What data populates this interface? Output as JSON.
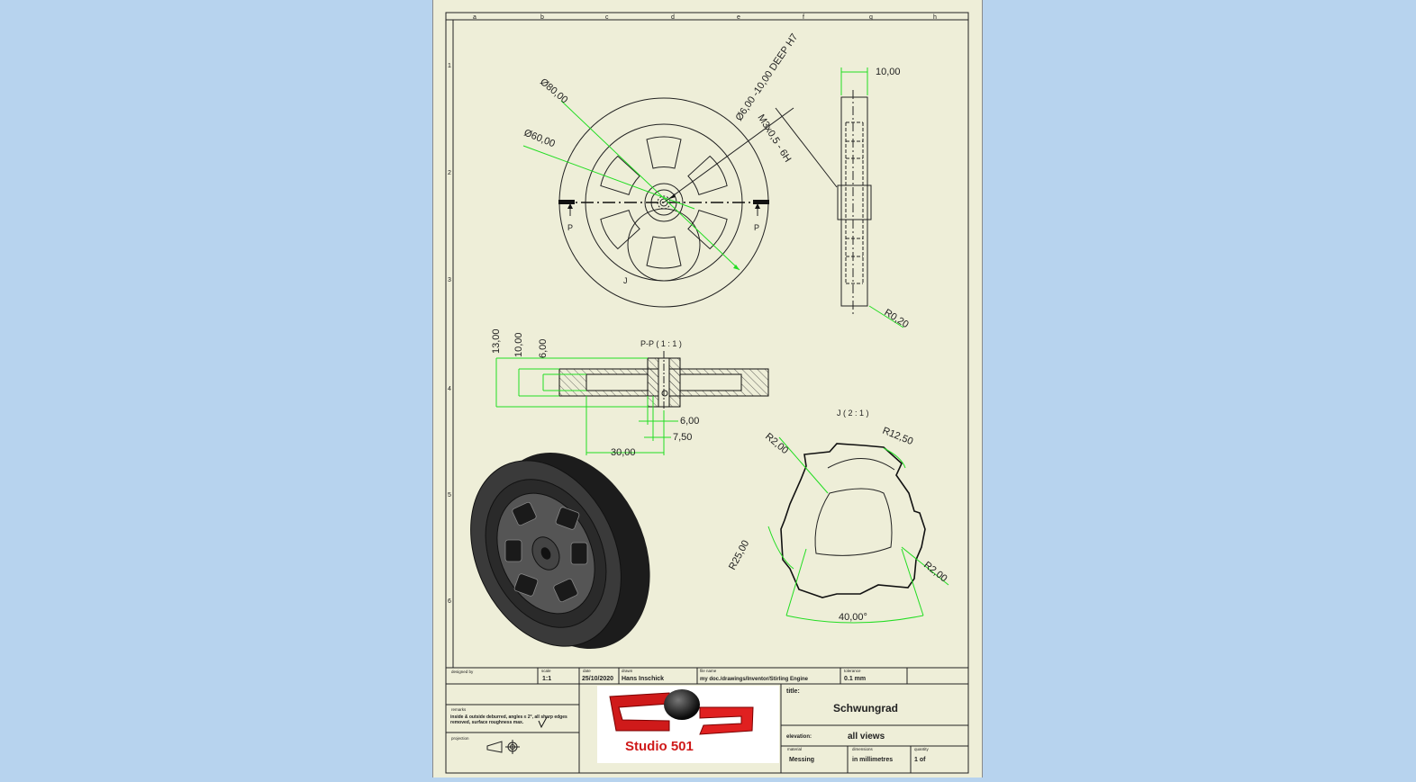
{
  "background_color": "#b7d3ee",
  "sheet_color": "#eeeed8",
  "dimension_color": "#22dd22",
  "border": {
    "columns": [
      "a",
      "b",
      "c",
      "d",
      "e",
      "f",
      "g",
      "h"
    ],
    "rows": [
      "1",
      "2",
      "3",
      "4",
      "5",
      "6"
    ]
  },
  "front_view": {
    "dim_outer": "Ø80,00",
    "dim_inner": "Ø60,00",
    "dim_bore": "Ø6,00 -10,00 DEEP H7",
    "dim_thread": "M3x0,5 - 6H",
    "section_mark_left": "P",
    "section_mark_right": "P",
    "detail_mark": "J"
  },
  "side_view": {
    "dim_width": "10,00",
    "dim_radius": "R0,20"
  },
  "section_view": {
    "title": "P-P ( 1 : 1 )",
    "dim_h1": "13,00",
    "dim_h2": "10,00",
    "dim_h3": "6,00",
    "dim_w1": "6,00",
    "dim_w2": "7,50",
    "dim_w3": "30,00"
  },
  "detail_view": {
    "title": "J ( 2 : 1 )",
    "dim_r_top_left": "R2,00",
    "dim_r_top_right": "R12,50",
    "dim_r_left": "R25,00",
    "dim_r_right": "R2,00",
    "dim_angle": "40,00°"
  },
  "title_block": {
    "designed_by_label": "designed by",
    "scale_label": "scale",
    "scale_value": "1:1",
    "date_label": "date",
    "date_value": "25/10/2020",
    "drawn_label": "drawn",
    "drawn_value": "Hans Inschick",
    "file_name_label": "file name",
    "file_name_value": "my doc./drawings/Inventor/Stirling Engine",
    "tolerance_label": "tolerance",
    "tolerance_value": "0.1 mm",
    "remarks_label": "remarks",
    "remarks_value": "inside & outside deburred, angles ≤ 2°, all sharp edges removed, surface roughness max.",
    "projection_label": "projection",
    "title_label": "title:",
    "title_value": "Schwungrad",
    "elevation_label": "elevation:",
    "elevation_value": "all views",
    "material_label": "material",
    "material_value": "Messing",
    "dimensions_label": "dimensions",
    "dimensions_value": "in millimetres",
    "quantity_label": "quantity",
    "quantity_value": "1 of",
    "logo_text": "Studio 501"
  }
}
